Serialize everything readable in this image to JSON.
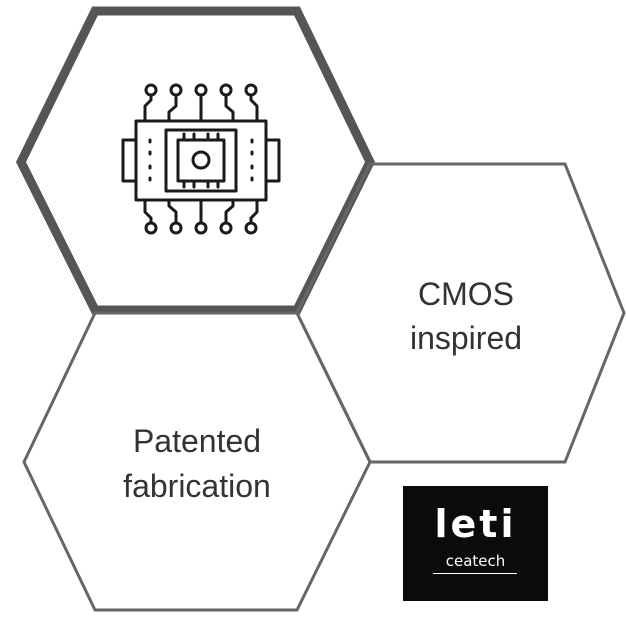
{
  "diagram": {
    "hexagons": [
      {
        "id": "chip",
        "label_lines": [],
        "icon": "microchip-icon"
      },
      {
        "id": "cmos",
        "label_lines": [
          "CMOS",
          "inspired"
        ]
      },
      {
        "id": "patented",
        "label_lines": [
          "Patented",
          "fabrication"
        ]
      }
    ]
  },
  "logo": {
    "main_text": "leti",
    "sub_text": "ceatech"
  },
  "colors": {
    "hex_stroke_thick": "#555555",
    "hex_stroke_thin": "#666666",
    "text": "#333333",
    "icon": "#1a1a1a",
    "logo_bg": "#0b0b0b",
    "logo_text": "#ffffff"
  }
}
